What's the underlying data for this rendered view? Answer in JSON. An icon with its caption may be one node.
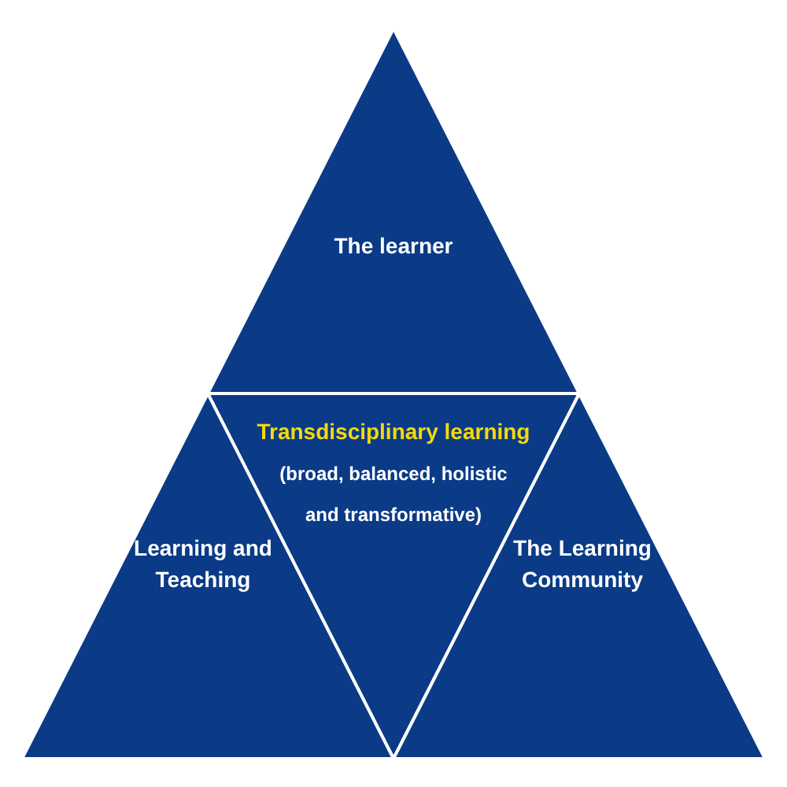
{
  "diagram": {
    "nodes": [
      {
        "text": [
          "The learner"
        ]
      },
      {
        "text": [
          "Transdisciplinary learning",
          "(broad, balanced, holistic and transformative)"
        ]
      },
      {
        "text": [
          "Learning and Teaching"
        ]
      },
      {
        "text": [
          "The Learning Community"
        ]
      }
    ]
  }
}
